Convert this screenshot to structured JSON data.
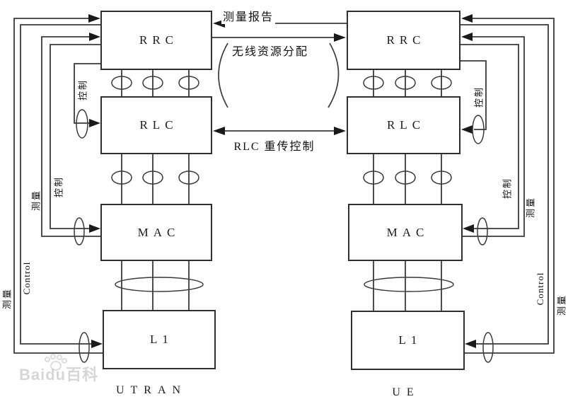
{
  "stacks": {
    "utran": {
      "caption": "UTRAN",
      "layers": [
        {
          "label": "RRC"
        },
        {
          "label": "RLC"
        },
        {
          "label": "MAC"
        },
        {
          "label": "L1"
        }
      ]
    },
    "ue": {
      "caption": "UE",
      "layers": [
        {
          "label": "RRC"
        },
        {
          "label": "RLC"
        },
        {
          "label": "MAC"
        },
        {
          "label": "L1"
        }
      ]
    }
  },
  "links": {
    "measurement_report": "测量报告",
    "radio_resource_allocation": "无线资源分配",
    "rlc_retransmission_control": "RLC 重传控制"
  },
  "side_labels": {
    "left": {
      "rlc_control": "控制",
      "mac_control": "控制",
      "mac_measurement": "测量",
      "l1_control": "Control",
      "l1_measurement": "测量"
    },
    "right": {
      "rlc_control": "控制",
      "mac_control": "控制",
      "mac_measurement": "测量",
      "l1_control": "Control",
      "l1_measurement": "测量"
    }
  },
  "watermark": "Baidu百科",
  "colors": {
    "line": "#3a3a3a",
    "box_border": "#2f2f2f",
    "text": "#111111",
    "watermark": "#cdcdcd",
    "background": "#ffffff"
  }
}
